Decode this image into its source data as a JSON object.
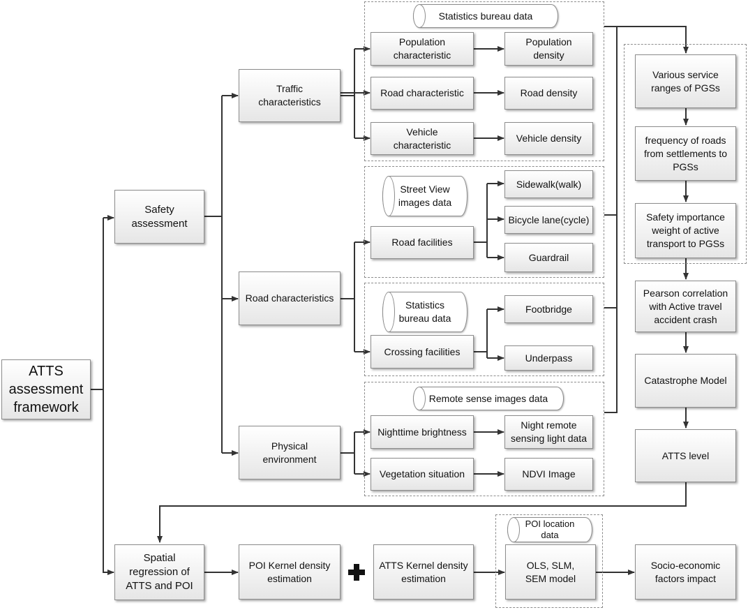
{
  "root": "ATTS assessment framework",
  "level1": {
    "safety": "Safety assessment",
    "spatial": "Spatial regression of ATTS and POI"
  },
  "level2": {
    "traffic": "Traffic characteristics",
    "road": "Road characteristics",
    "physical": "Physical environment"
  },
  "groups": {
    "stats1": {
      "source": "Statistics bureau data",
      "rows": [
        {
          "from": "Population characteristic",
          "to": "Population density"
        },
        {
          "from": "Road characteristic",
          "to": "Road density"
        },
        {
          "from": "Vehicle characteristic",
          "to": "Vehicle density"
        }
      ]
    },
    "streetview": {
      "source": "Street View images data",
      "facility": "Road facilities",
      "items": [
        "Sidewalk(walk)",
        "Bicycle lane(cycle)",
        "Guardrail"
      ]
    },
    "stats2": {
      "source": "Statistics bureau data",
      "facility": "Crossing facilities",
      "items": [
        "Footbridge",
        "Underpass"
      ]
    },
    "remote": {
      "source": "Remote sense images data",
      "rows": [
        {
          "from": "Nighttime brightness",
          "to": "Night remote sensing light data"
        },
        {
          "from": "Vegetation situation",
          "to": "NDVI Image"
        }
      ]
    }
  },
  "right_chain": {
    "service": "Various  service ranges of PGSs",
    "frequency": "frequency of roads from settlements to PGSs",
    "weight": "Safety importance weight of active transport to PGSs",
    "pearson": "Pearson correlation with Active travel accident crash",
    "catastrophe": "Catastrophe Model",
    "level": "ATTS level"
  },
  "bottom_row": {
    "poi_kde": "POI Kernel density estimation",
    "plus_symbol": "+",
    "atts_kde": "ATTS Kernel density estimation",
    "poi_source": "POI location data",
    "models": "OLS, SLM, SEM model",
    "impact": "Socio-economic factors impact"
  }
}
